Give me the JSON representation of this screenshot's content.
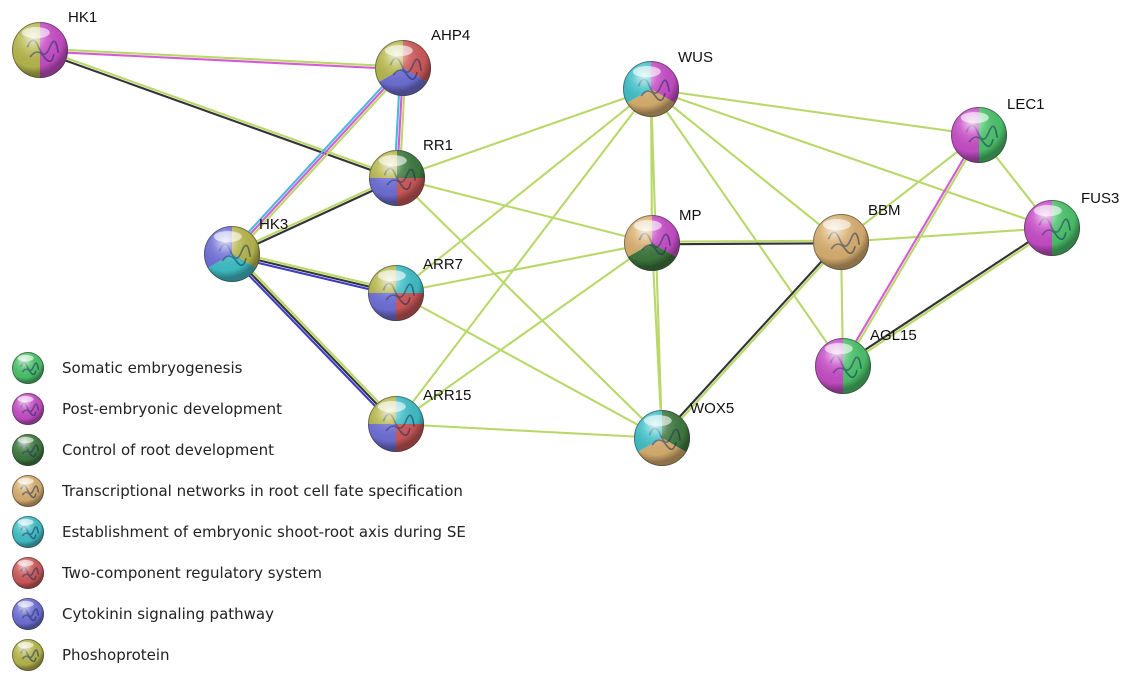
{
  "network": {
    "nodes": [
      {
        "id": "HK1",
        "label": "HK1",
        "colors": [
          "#c84ec8",
          "#b8b84e"
        ]
      },
      {
        "id": "AHP4",
        "label": "AHP4",
        "colors": [
          "#cf5a5a",
          "#7070d8",
          "#b8b84e"
        ]
      },
      {
        "id": "RR1",
        "label": "RR1",
        "colors": [
          "#3f7a3f",
          "#cf5a5a",
          "#7070d8",
          "#b8b84e"
        ]
      },
      {
        "id": "HK3",
        "label": "HK3",
        "colors": [
          "#b8b84e",
          "#40c0c8",
          "#7070d8"
        ]
      },
      {
        "id": "ARR7",
        "label": "ARR7",
        "colors": [
          "#40c0c8",
          "#cf5a5a",
          "#7070d8",
          "#b8b84e"
        ]
      },
      {
        "id": "ARR15",
        "label": "ARR15",
        "colors": [
          "#40c0c8",
          "#cf5a5a",
          "#7070d8",
          "#b8b84e"
        ]
      },
      {
        "id": "WUS",
        "label": "WUS",
        "colors": [
          "#c84ec8",
          "#d9b070",
          "#40c0c8"
        ]
      },
      {
        "id": "MP",
        "label": "MP",
        "colors": [
          "#c84ec8",
          "#3f7a3f",
          "#d9b070"
        ]
      },
      {
        "id": "WOX5",
        "label": "WOX5",
        "colors": [
          "#3f7a3f",
          "#d9b070",
          "#40c0c8"
        ]
      },
      {
        "id": "BBM",
        "label": "BBM",
        "colors": [
          "#d9b070"
        ]
      },
      {
        "id": "LEC1",
        "label": "LEC1",
        "colors": [
          "#4cc46c",
          "#c84ec8"
        ]
      },
      {
        "id": "FUS3",
        "label": "FUS3",
        "colors": [
          "#4cc46c",
          "#c84ec8"
        ]
      },
      {
        "id": "AGL15",
        "label": "AGL15",
        "colors": [
          "#4cc46c",
          "#c84ec8"
        ]
      }
    ],
    "edges": [
      {
        "source": "HK1",
        "target": "AHP4",
        "colors": [
          "#b8d86a",
          "#d65ad6"
        ]
      },
      {
        "source": "HK1",
        "target": "RR1",
        "colors": [
          "#b8d86a",
          "#333333"
        ]
      },
      {
        "source": "AHP4",
        "target": "RR1",
        "colors": [
          "#b8d86a",
          "#d65ad6",
          "#4ab8e0"
        ]
      },
      {
        "source": "AHP4",
        "target": "HK3",
        "colors": [
          "#b8d86a",
          "#d65ad6",
          "#4ab8e0"
        ]
      },
      {
        "source": "HK3",
        "target": "RR1",
        "colors": [
          "#b8d86a",
          "#333333"
        ]
      },
      {
        "source": "HK3",
        "target": "ARR7",
        "colors": [
          "#b8d86a",
          "#333333",
          "#3c3cc8"
        ]
      },
      {
        "source": "HK3",
        "target": "ARR15",
        "colors": [
          "#b8d86a",
          "#333333",
          "#3c3cc8"
        ]
      },
      {
        "source": "RR1",
        "target": "WUS",
        "colors": [
          "#b8d86a"
        ]
      },
      {
        "source": "RR1",
        "target": "MP",
        "colors": [
          "#b8d86a"
        ]
      },
      {
        "source": "RR1",
        "target": "WOX5",
        "colors": [
          "#b8d86a"
        ]
      },
      {
        "source": "ARR7",
        "target": "MP",
        "colors": [
          "#b8d86a"
        ]
      },
      {
        "source": "ARR7",
        "target": "WUS",
        "colors": [
          "#b8d86a"
        ]
      },
      {
        "source": "ARR7",
        "target": "WOX5",
        "colors": [
          "#b8d86a"
        ]
      },
      {
        "source": "ARR15",
        "target": "WUS",
        "colors": [
          "#b8d86a"
        ]
      },
      {
        "source": "ARR15",
        "target": "MP",
        "colors": [
          "#b8d86a"
        ]
      },
      {
        "source": "ARR15",
        "target": "WOX5",
        "colors": [
          "#b8d86a"
        ]
      },
      {
        "source": "WUS",
        "target": "MP",
        "colors": [
          "#b8d86a"
        ]
      },
      {
        "source": "WUS",
        "target": "BBM",
        "colors": [
          "#b8d86a"
        ]
      },
      {
        "source": "WUS",
        "target": "LEC1",
        "colors": [
          "#b8d86a"
        ]
      },
      {
        "source": "WUS",
        "target": "FUS3",
        "colors": [
          "#b8d86a"
        ]
      },
      {
        "source": "WUS",
        "target": "AGL15",
        "colors": [
          "#b8d86a"
        ]
      },
      {
        "source": "WUS",
        "target": "WOX5",
        "colors": [
          "#b8d86a"
        ]
      },
      {
        "source": "MP",
        "target": "BBM",
        "colors": [
          "#b8d86a",
          "#333333"
        ]
      },
      {
        "source": "MP",
        "target": "WOX5",
        "colors": [
          "#b8d86a"
        ]
      },
      {
        "source": "BBM",
        "target": "WOX5",
        "colors": [
          "#b8d86a",
          "#333333"
        ]
      },
      {
        "source": "BBM",
        "target": "LEC1",
        "colors": [
          "#b8d86a"
        ]
      },
      {
        "source": "BBM",
        "target": "FUS3",
        "colors": [
          "#b8d86a"
        ]
      },
      {
        "source": "BBM",
        "target": "AGL15",
        "colors": [
          "#b8d86a"
        ]
      },
      {
        "source": "LEC1",
        "target": "FUS3",
        "colors": [
          "#b8d86a"
        ]
      },
      {
        "source": "LEC1",
        "target": "AGL15",
        "colors": [
          "#b8d86a",
          "#d65ad6"
        ]
      },
      {
        "source": "FUS3",
        "target": "AGL15",
        "colors": [
          "#b8d86a",
          "#333333"
        ]
      }
    ]
  },
  "legend": {
    "items": [
      {
        "label": "Somatic embryogenesis",
        "color": "#4cc46c"
      },
      {
        "label": "Post-embryonic development",
        "color": "#c84ec8"
      },
      {
        "label": "Control of root development",
        "color": "#3f7a3f"
      },
      {
        "label": "Transcriptional networks in root cell fate specification",
        "color": "#d9b070"
      },
      {
        "label": "Establishment of embryonic shoot-root axis during SE",
        "color": "#40c0c8"
      },
      {
        "label": "Two-component regulatory system",
        "color": "#cf5a5a"
      },
      {
        "label": "Cytokinin signaling pathway",
        "color": "#7070d8"
      },
      {
        "label": "Phoshoprotein",
        "color": "#b8b84e"
      }
    ]
  }
}
